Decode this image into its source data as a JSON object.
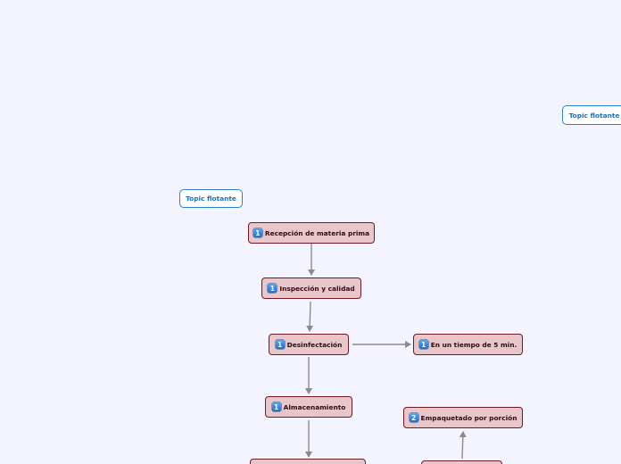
{
  "diagram": {
    "floating_topics": [
      {
        "label": "Topic flotante"
      },
      {
        "label": "Topic flotante"
      }
    ],
    "nodes": [
      {
        "priority": "1",
        "label": "Recepción de materia prima"
      },
      {
        "priority": "1",
        "label": "Inspección y calidad"
      },
      {
        "priority": "1",
        "label": "Desinfectación"
      },
      {
        "priority": "1",
        "label": "En un tiempo de 5 min."
      },
      {
        "priority": "1",
        "label": "Almacenamiento"
      },
      {
        "priority": "2",
        "label": "Empaquetado por porción"
      }
    ],
    "colors": {
      "node_fill": "#e8c6c9",
      "node_border": "#6e1a24",
      "floating_border": "#2c7fcc",
      "floating_text": "#1c6fbd",
      "connector": "#8a8a8f",
      "badge": "#2f86e0",
      "background": "#f3f4fd"
    }
  }
}
